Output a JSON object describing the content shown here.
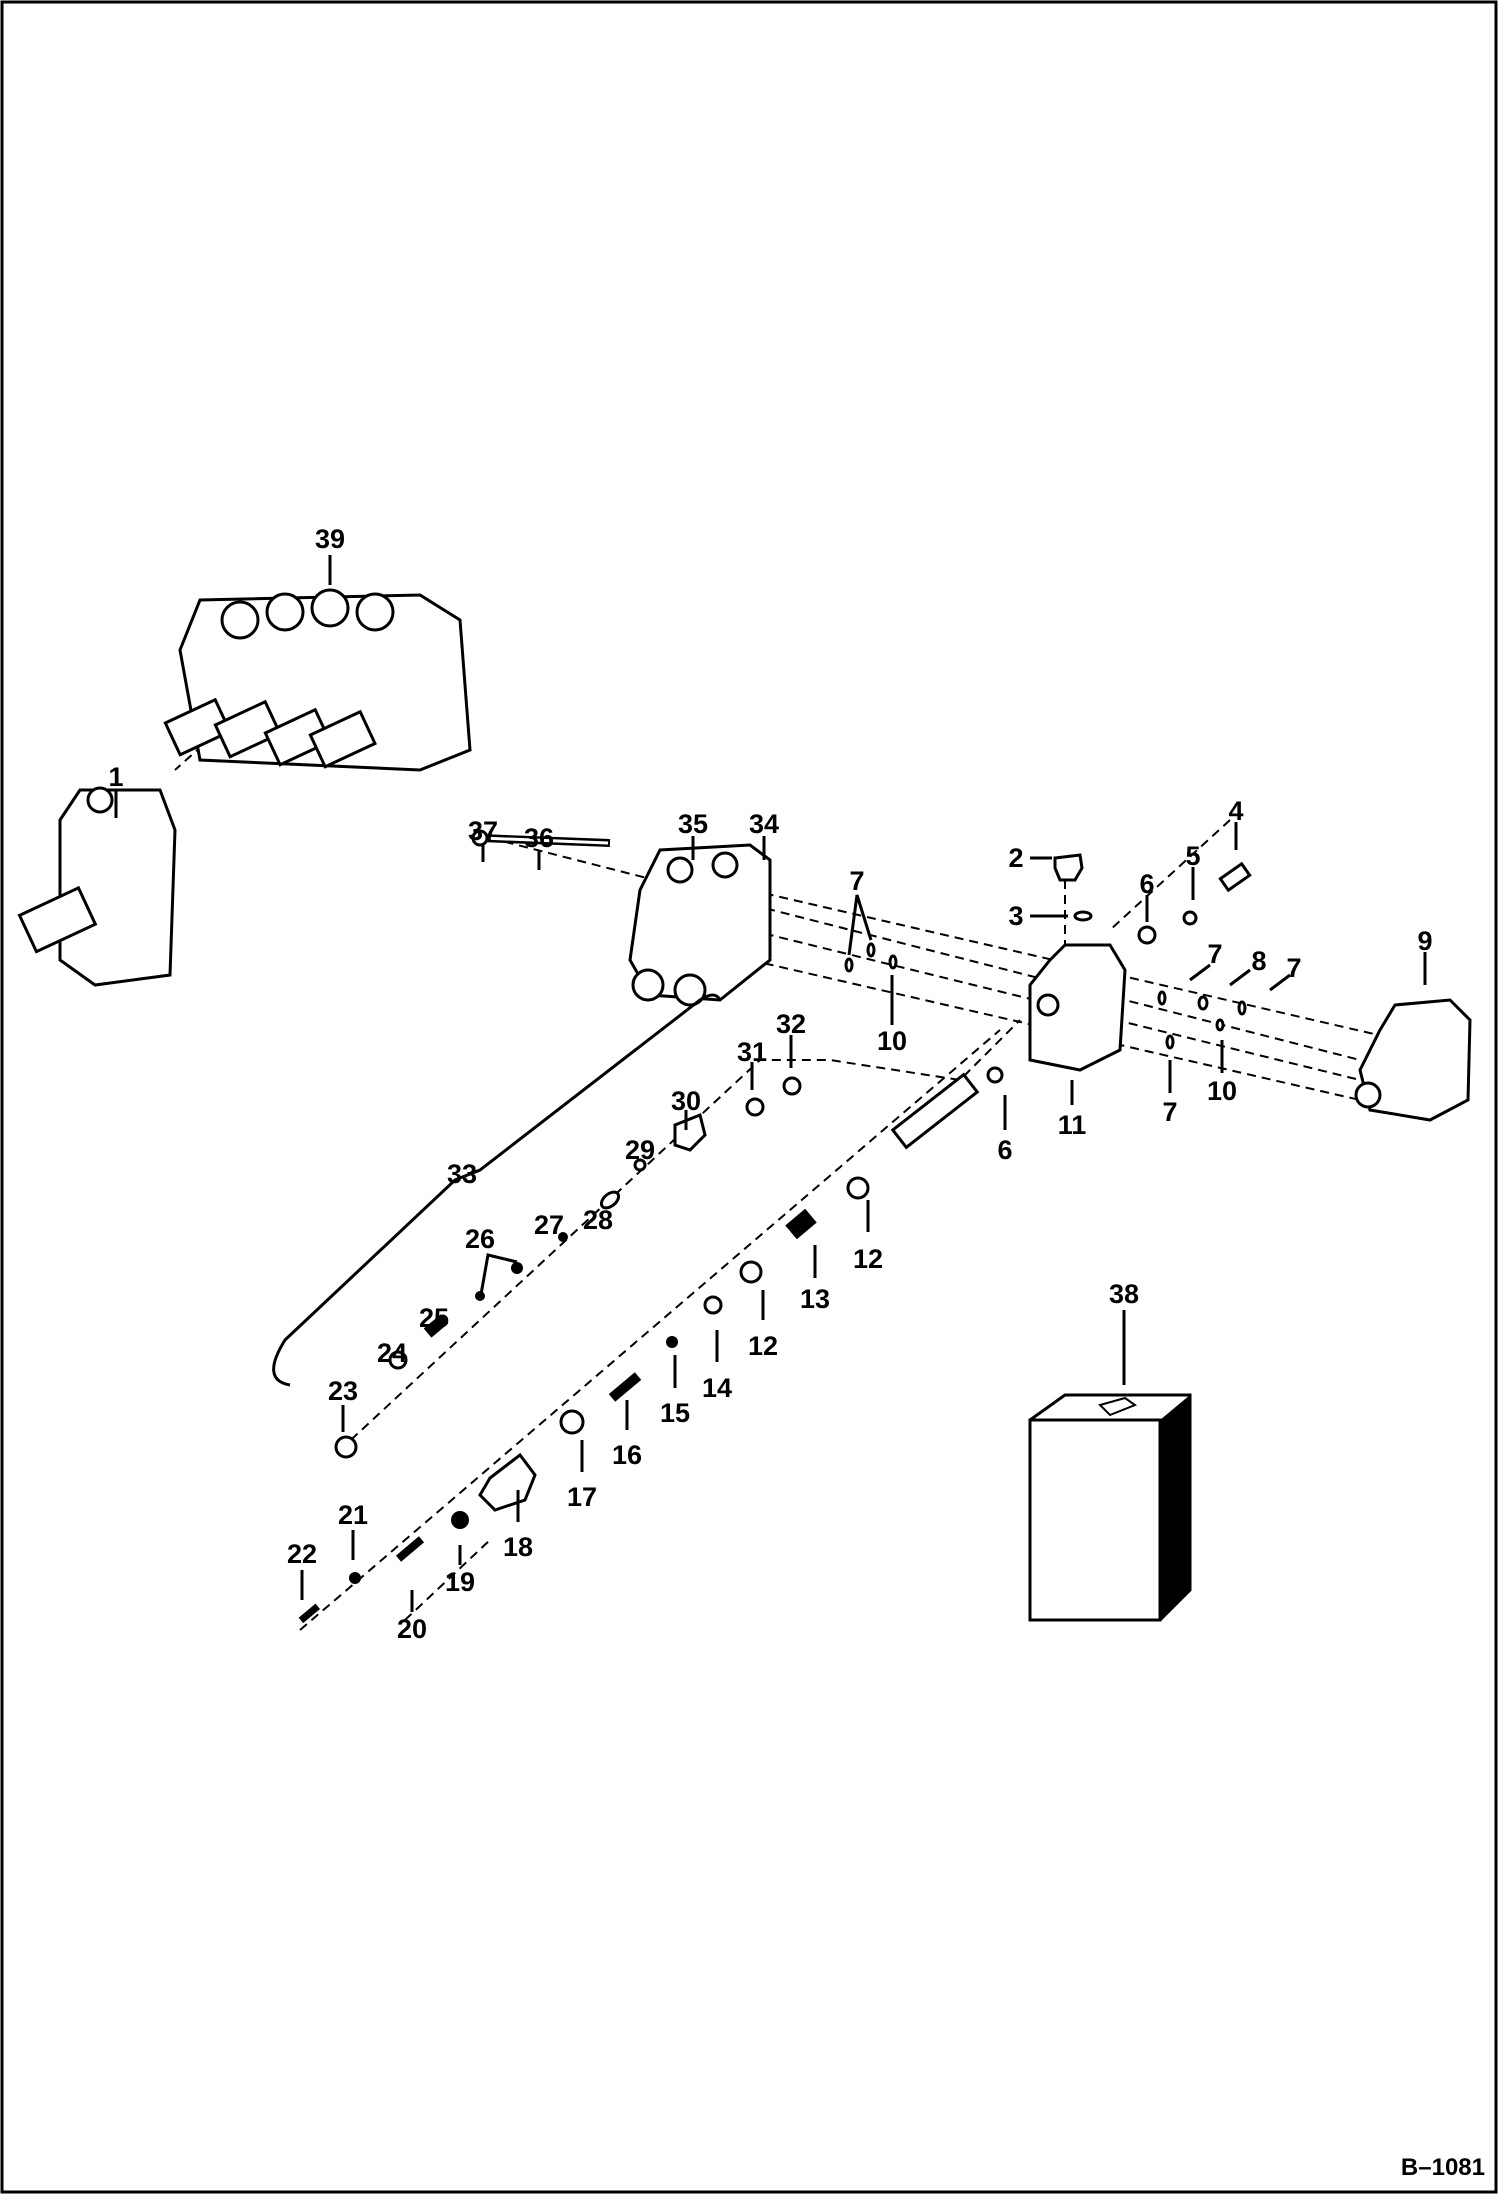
{
  "diagram": {
    "reference": "B–1081",
    "callouts": [
      "1",
      "2",
      "3",
      "4",
      "5",
      "6",
      "7",
      "8",
      "9",
      "10",
      "11",
      "12",
      "13",
      "14",
      "15",
      "16",
      "17",
      "18",
      "19",
      "20",
      "21",
      "22",
      "23",
      "24",
      "25",
      "26",
      "27",
      "28",
      "29",
      "30",
      "31",
      "32",
      "33",
      "34",
      "35",
      "36",
      "37",
      "38",
      "39"
    ],
    "repeat_callouts": {
      "six_b": "6",
      "seven_b": "7",
      "seven_c": "7",
      "seven_d": "7",
      "ten_b": "10",
      "twelve_b": "12"
    }
  }
}
